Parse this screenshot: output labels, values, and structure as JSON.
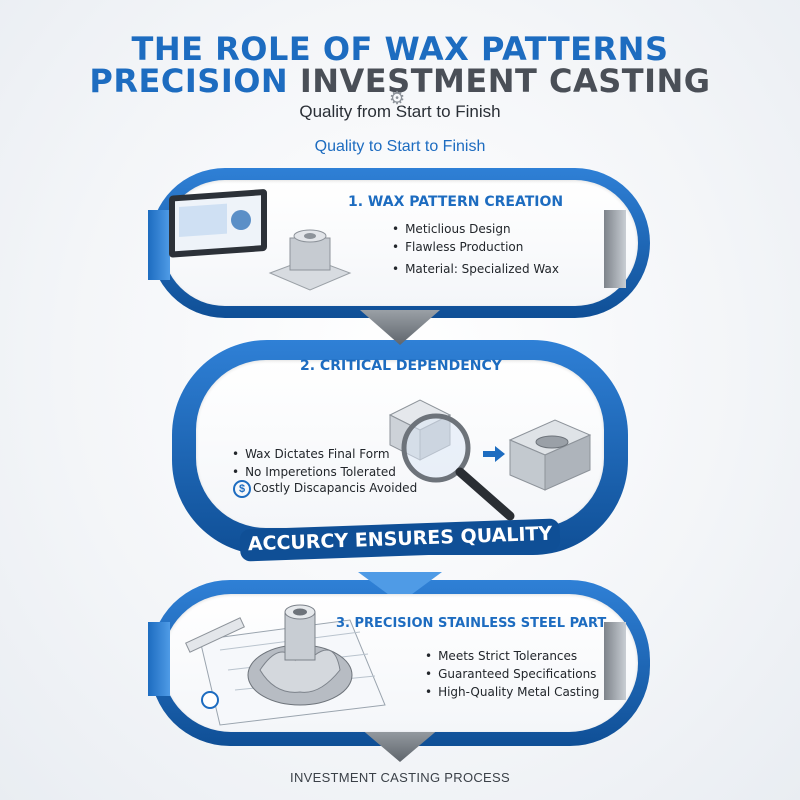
{
  "title": {
    "line1": "THE ROLE OF WAX PATTERNS",
    "line2_blue": "PRECISION",
    "line2_gray": "INVESTMENT CASTING"
  },
  "subtitle": "Quality from Start to Finish",
  "subtitle2": "Quality to Start to Finish",
  "icons": {
    "gear": "gear-icon",
    "tablet": "tablet-icon",
    "wax_pattern": "wax-pattern-icon",
    "magnifier": "magnifying-glass-icon",
    "arrow": "arrow-right-icon",
    "mold": "mold-icon",
    "dollar": "dollar-icon",
    "impeller": "impeller-part-icon",
    "blueprint": "blueprint-icon",
    "ruler": "ruler-icon",
    "caliper": "caliper-icon"
  },
  "steps": [
    {
      "heading": "1. WAX PATTERN CREATION",
      "bullets": [
        "Meticlious Design",
        "Flawless Production",
        "Material: Specialized Wax"
      ]
    },
    {
      "heading": "2. CRITICAL DEPENDENCY",
      "bullets": [
        "Wax Dictates Final Form",
        "No Imperetions Tolerated",
        "Costly Discapancis Avoided"
      ]
    },
    {
      "heading": "3. PRECISION STAINLESS STEEL PART",
      "bullets": [
        "Meets Strict Tolerances",
        "Guaranteed Specifications",
        "High-Quality Metal Casting"
      ]
    }
  ],
  "banner": "ACCURCY ENSURES QUALITY",
  "footer": "INVESTMENT CASTING PROCESS",
  "colors": {
    "brand_blue": "#1d6cc0",
    "dark_blue": "#0f4f96",
    "gray": "#8a9097",
    "text": "#22262b"
  }
}
